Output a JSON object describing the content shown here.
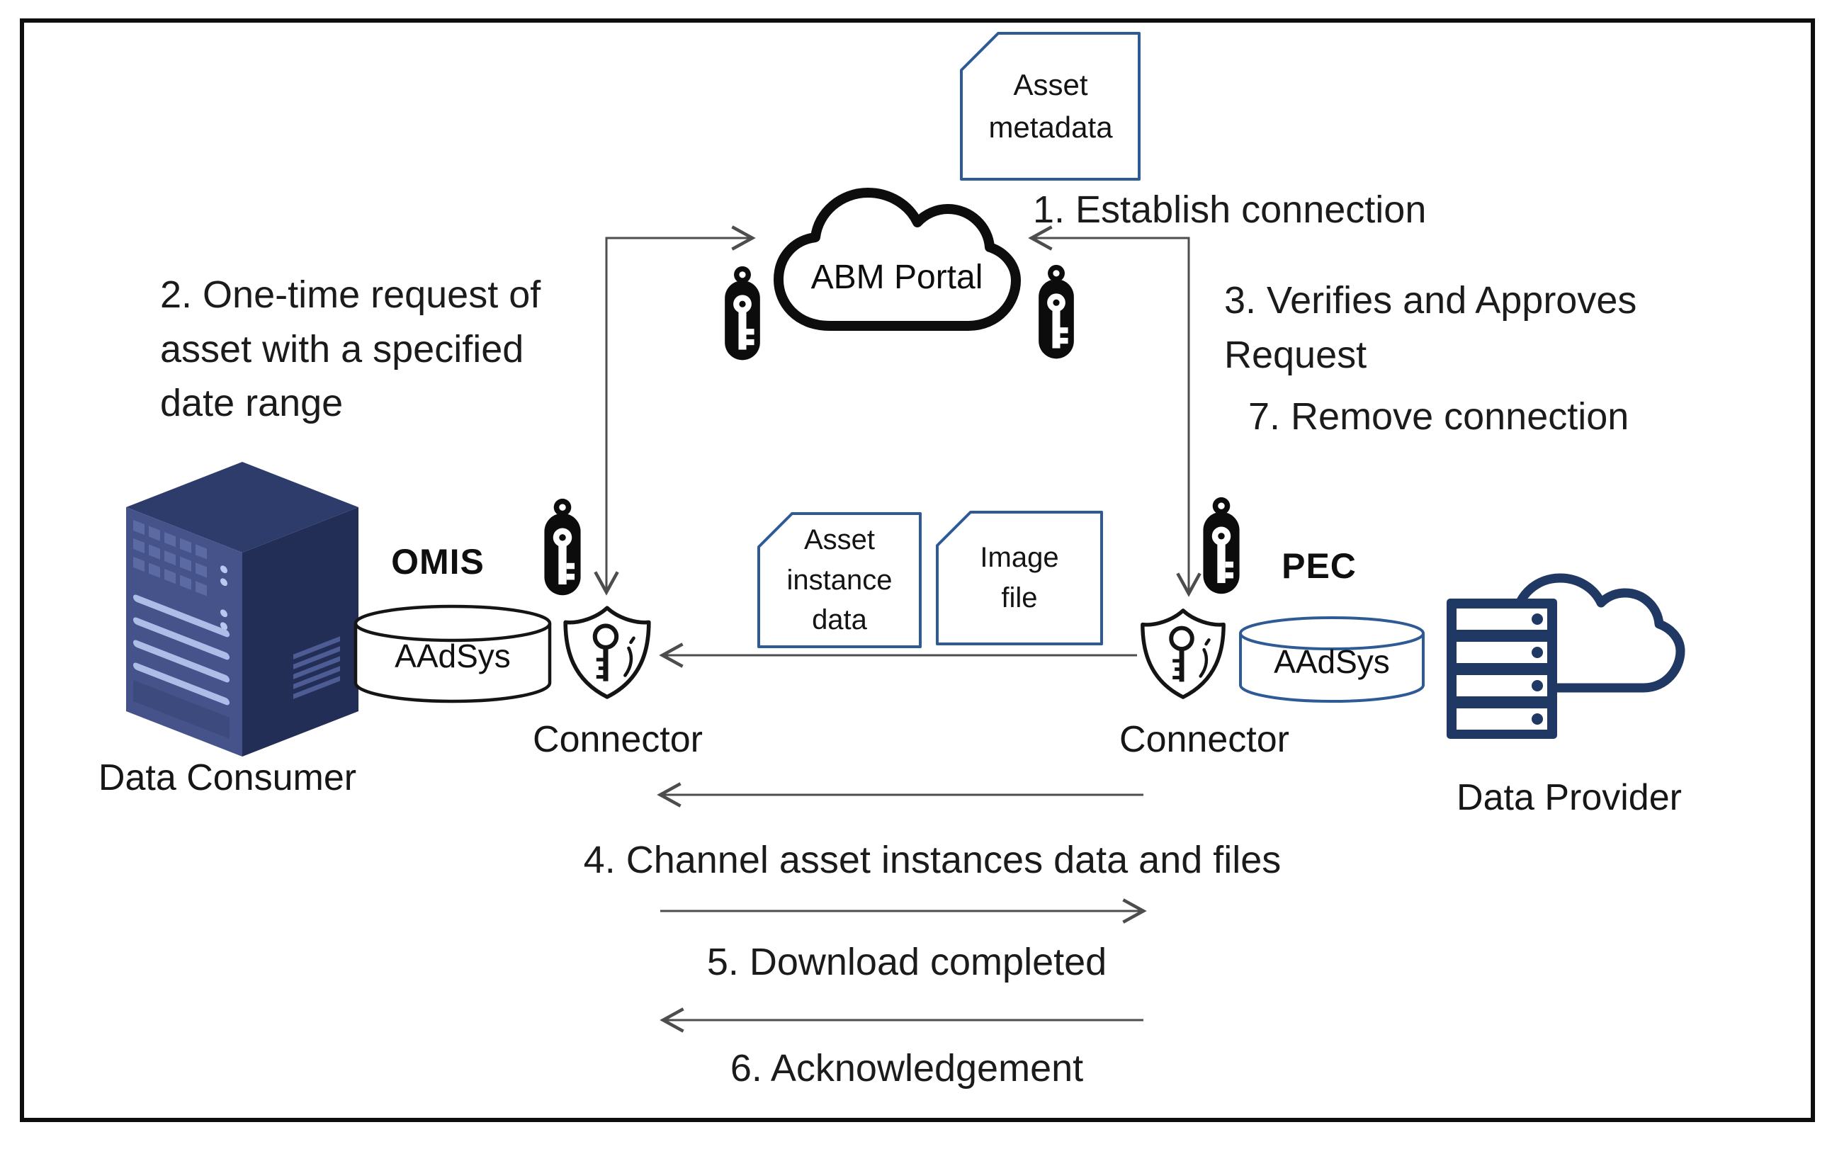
{
  "portal": {
    "label": "ABM Portal"
  },
  "documents": {
    "asset_metadata": "Asset\nmetadata",
    "asset_instance_data": "Asset\ninstance\ndata",
    "image_file": "Image\nfile"
  },
  "steps": {
    "s1": "1. Establish connection",
    "s2": "2. One-time request of\nasset with a specified\ndate range",
    "s3": "3. Verifies and Approves\nRequest",
    "s4": "4. Channel asset instances data and files",
    "s5": "5. Download completed",
    "s6": "6. Acknowledgement",
    "s7": "7. Remove connection"
  },
  "consumer": {
    "name": "Data Consumer",
    "system": "OMIS",
    "datastore": "AAdSys",
    "connector": "Connector"
  },
  "provider": {
    "name": "Data Provider",
    "system": "PEC",
    "datastore": "AAdSys",
    "connector": "Connector"
  },
  "icons": {
    "portal": "cloud-icon",
    "connector": "shield-key-icon",
    "credential": "key-fob-icon",
    "consumer": "server-tower-icon",
    "provider": "server-clouds-icon",
    "datastore": "database-cylinder-icon",
    "document": "document-icon"
  },
  "colors": {
    "navy": "#1f3864",
    "doc_border": "#2e5a95",
    "arrow": "#4d4d4d",
    "tower_top": "#2e3c6c",
    "tower_left": "#46538a",
    "tower_right": "#222e55",
    "slat_light": "#aebde8"
  }
}
